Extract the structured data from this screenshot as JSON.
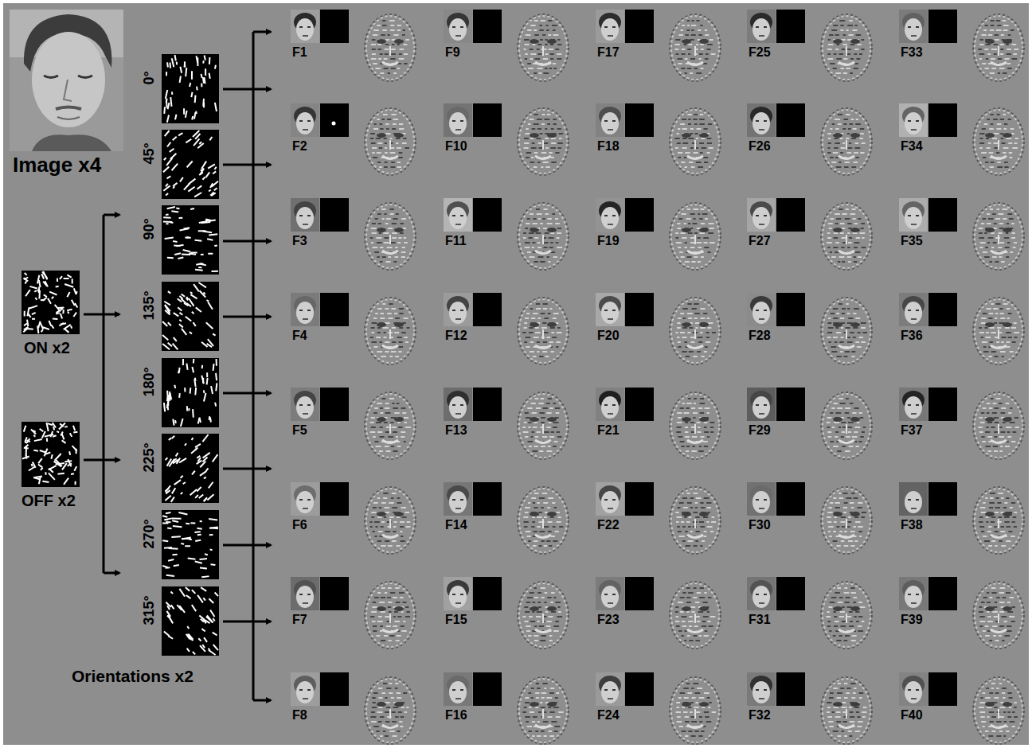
{
  "diagram": {
    "labels": [
      "Image x4",
      "0°",
      "45°",
      "90°",
      "135°",
      "180°",
      "225°",
      "270°",
      "315°",
      "ON x2",
      "OFF x2",
      "Orientations x2",
      "F1",
      "F2",
      "F3",
      "F4",
      "F5",
      "F6",
      "F7",
      "F8",
      "F9",
      "F10",
      "F11",
      "F12",
      "F13",
      "F14",
      "F15",
      "F16",
      "F17",
      "F18",
      "F19",
      "F20",
      "F21",
      "F22",
      "F23",
      "F24",
      "F25",
      "F26",
      "F27",
      "F28",
      "F29",
      "F30",
      "F31",
      "F32",
      "F33",
      "F34",
      "F35",
      "F36",
      "F37",
      "F38",
      "F39",
      "F40"
    ]
  }
}
